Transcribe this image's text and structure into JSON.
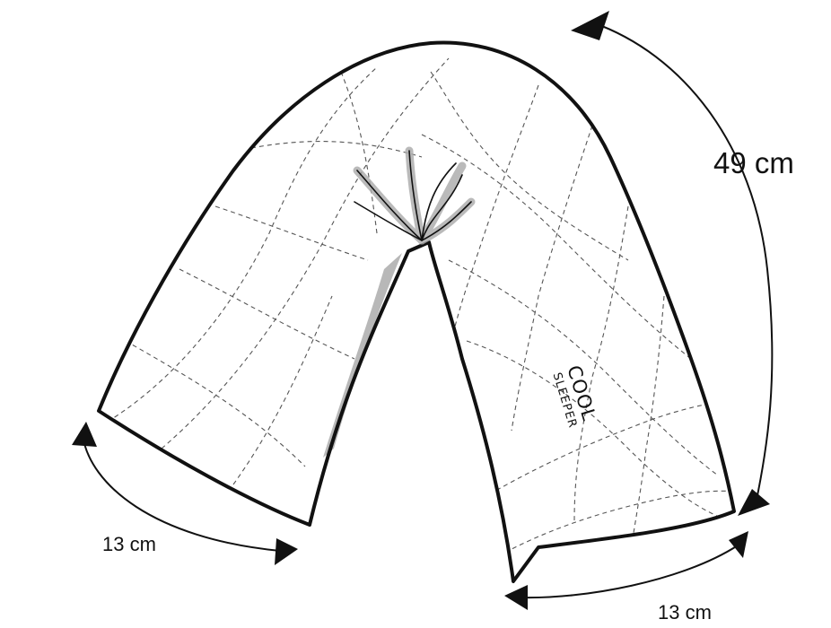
{
  "diagram": {
    "dimensions": {
      "length": "49 cm",
      "left_end_width": "13 cm",
      "right_end_width": "13 cm"
    },
    "brand": {
      "line1": "COOL",
      "line2": "SLEEPER"
    },
    "colors": {
      "outline": "#111111",
      "stitch": "#555555",
      "shadow": "#9a9a9a",
      "background": "#ffffff"
    }
  }
}
